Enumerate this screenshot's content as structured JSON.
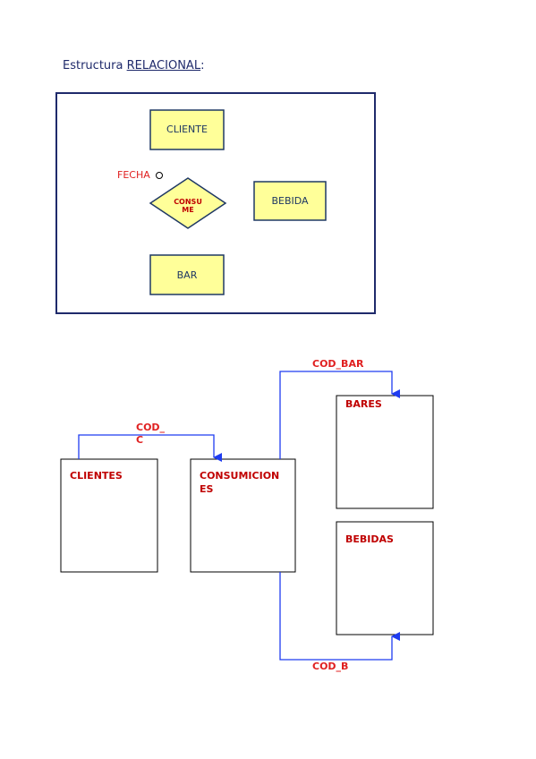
{
  "title": {
    "prefix": "Estructura ",
    "underlined": "RELACIONAL",
    "suffix": ":"
  },
  "er_diagram": {
    "entities": {
      "cliente": "CLIENTE",
      "bebida": "BEBIDA",
      "bar": "BAR"
    },
    "relationship": {
      "line1": "CONSU",
      "line2": "ME"
    },
    "attribute": "FECHA"
  },
  "relational": {
    "tables": {
      "clientes": "CLIENTES",
      "consumiciones_line1": "CONSUMICION",
      "consumiciones_line2": "ES",
      "bares": "BARES",
      "bebidas": "BEBIDAS"
    },
    "links": {
      "cod_c_line1": "COD_",
      "cod_c_line2": "C",
      "cod_bar": "COD_BAR",
      "cod_b": "COD_B"
    }
  },
  "colors": {
    "entity_fill": "#ffff99",
    "entity_border": "#1f3864",
    "link_line": "#1f3cf0",
    "label_red": "#e02020",
    "table_label": "#c00000"
  }
}
